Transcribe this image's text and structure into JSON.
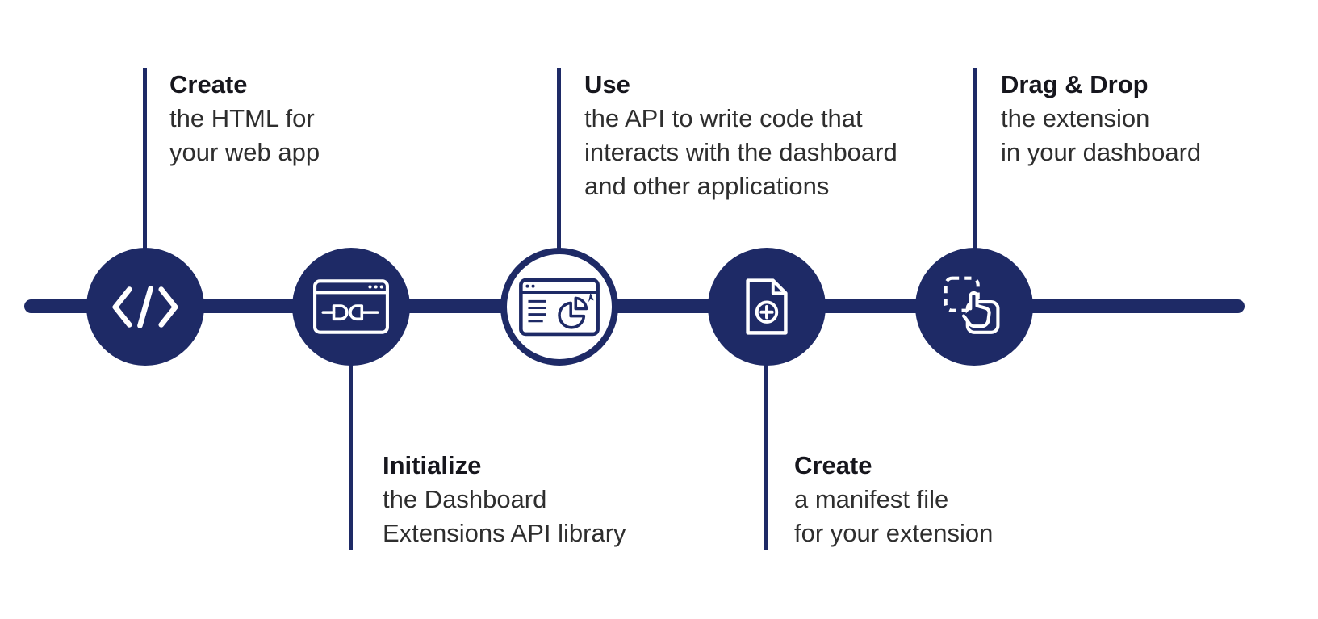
{
  "colors": {
    "accent": "#1e2a66",
    "title-text": "#16161d",
    "body-text": "#2e2e2e",
    "background": "#ffffff"
  },
  "diagram": {
    "type": "process-timeline",
    "steps": [
      {
        "title": "Create",
        "description": "the HTML for\nyour web app",
        "icon": "code-icon",
        "label_position": "top",
        "node_style": "filled"
      },
      {
        "title": "Initialize",
        "description": "the Dashboard\nExtensions API library",
        "icon": "browser-plug-icon",
        "label_position": "bottom",
        "node_style": "filled"
      },
      {
        "title": "Use",
        "description": "the API to write code that\ninteracts with the dashboard\nand other applications",
        "icon": "browser-pie-chart-icon",
        "label_position": "top",
        "node_style": "outlined"
      },
      {
        "title": "Create",
        "description": "a manifest file\nfor your extension",
        "icon": "document-plus-icon",
        "label_position": "bottom",
        "node_style": "filled"
      },
      {
        "title": "Drag & Drop",
        "description": "the extension\nin your dashboard",
        "icon": "drag-drop-icon",
        "label_position": "top",
        "node_style": "filled"
      }
    ]
  }
}
